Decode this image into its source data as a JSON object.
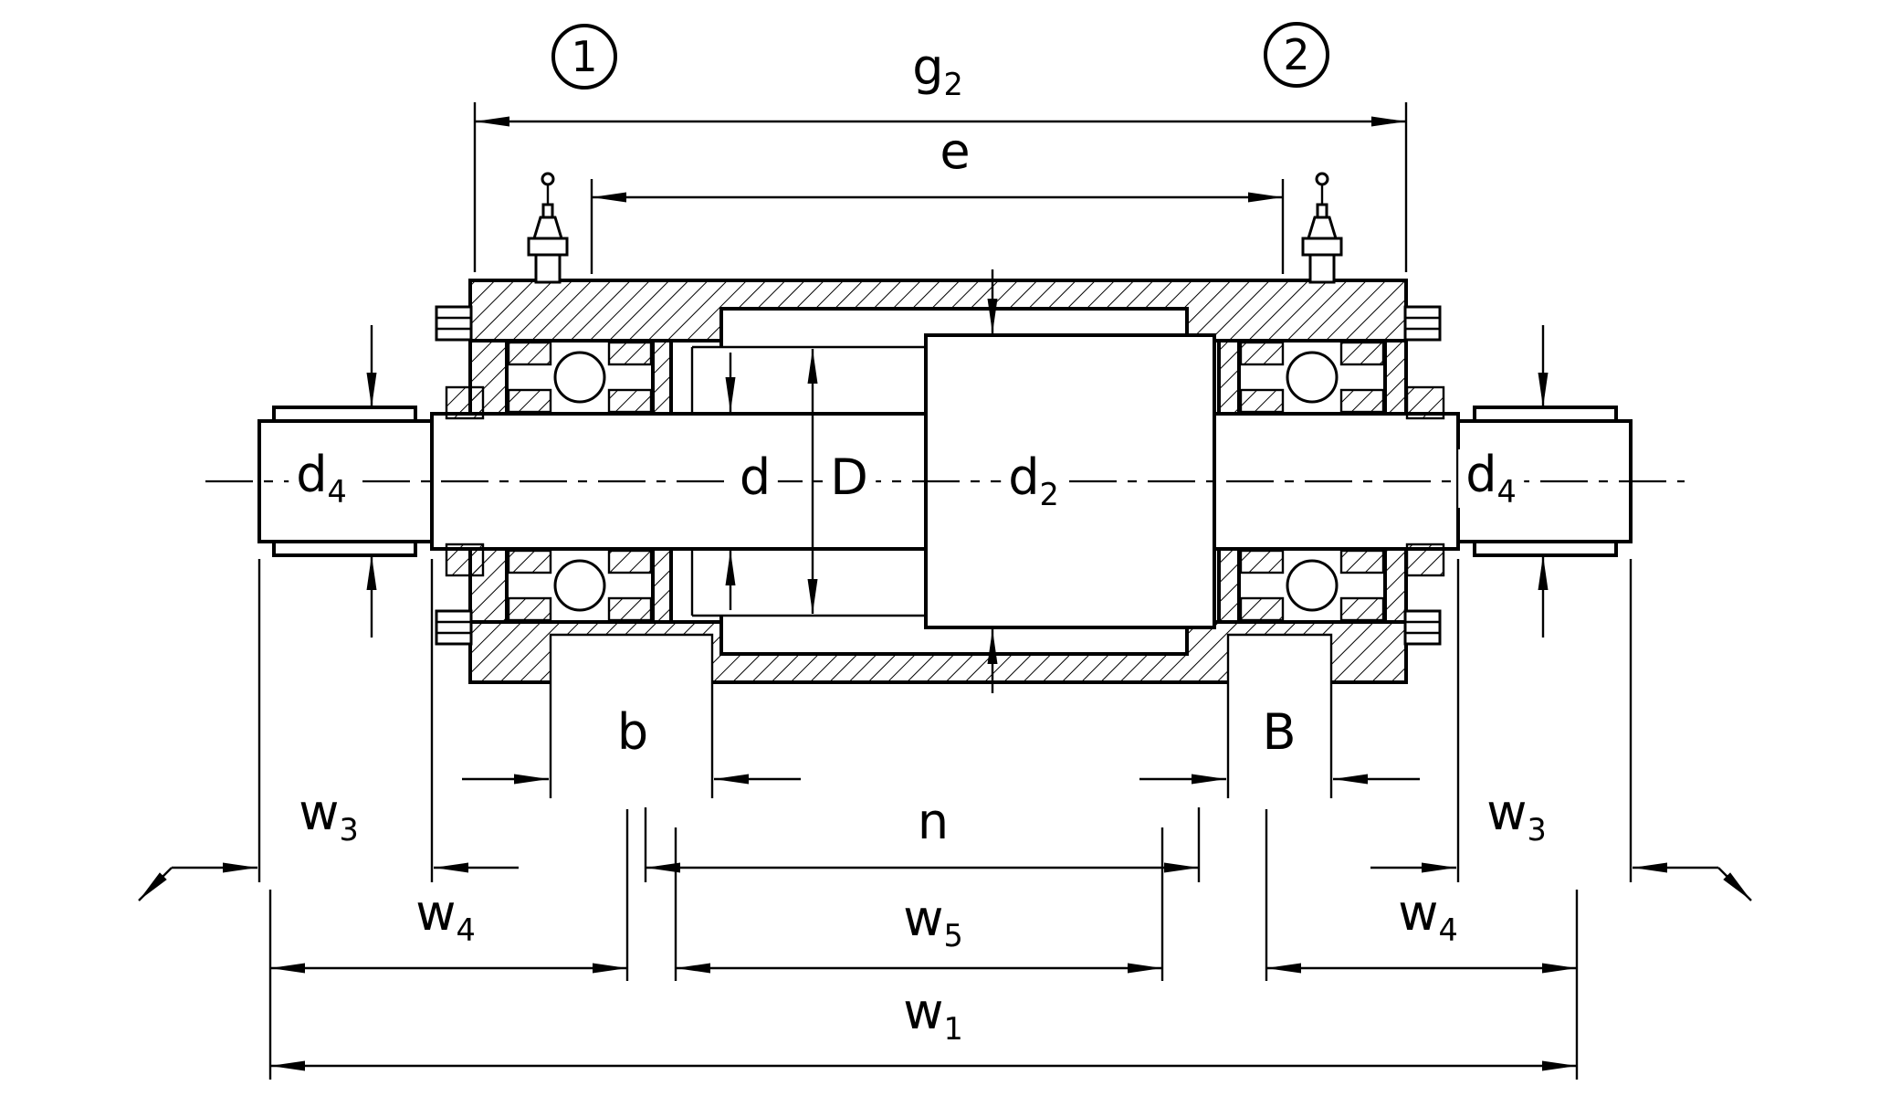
{
  "drawing": {
    "background_color": "#ffffff",
    "line_color": "#000000"
  },
  "callouts": [
    {
      "number": "1"
    },
    {
      "number": "2"
    }
  ],
  "dimensions": {
    "g2": {
      "base": "g",
      "sub": "2"
    },
    "e": {
      "base": "e",
      "sub": ""
    },
    "d4_left": {
      "base": "d",
      "sub": "4"
    },
    "d4_right": {
      "base": "d",
      "sub": "4"
    },
    "d": {
      "base": "d",
      "sub": ""
    },
    "D": {
      "base": "D",
      "sub": ""
    },
    "d2": {
      "base": "d",
      "sub": "2"
    },
    "b": {
      "base": "b",
      "sub": ""
    },
    "B": {
      "base": "B",
      "sub": ""
    },
    "w3_left": {
      "base": "w",
      "sub": "3"
    },
    "w3_right": {
      "base": "w",
      "sub": "3"
    },
    "n": {
      "base": "n",
      "sub": ""
    },
    "w4_left": {
      "base": "w",
      "sub": "4"
    },
    "w5": {
      "base": "w",
      "sub": "5"
    },
    "w4_right": {
      "base": "w",
      "sub": "4"
    },
    "w1": {
      "base": "w",
      "sub": "1"
    }
  }
}
